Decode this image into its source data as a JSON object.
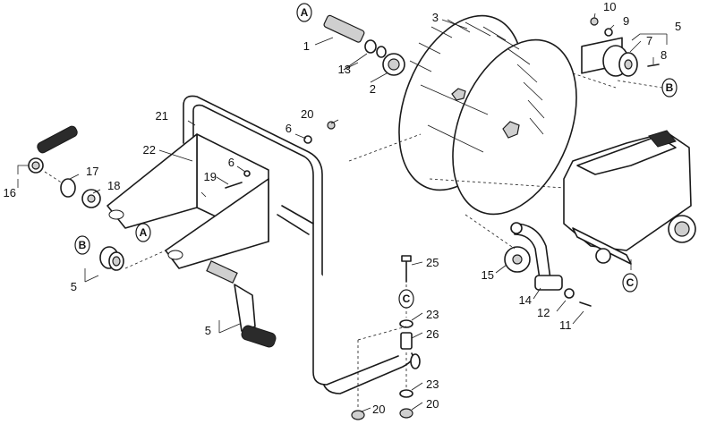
{
  "callouts": {
    "c1": "1",
    "c2": "2",
    "c3": "3",
    "c5a": "5",
    "c5b": "5",
    "c5c": "5",
    "c6a": "6",
    "c6b": "6",
    "c7": "7",
    "c8": "8",
    "c9": "9",
    "c10": "10",
    "c11": "11",
    "c12": "12",
    "c13": "13",
    "c14": "14",
    "c15": "15",
    "c16": "16",
    "c17": "17",
    "c18": "18",
    "c19": "19",
    "c20a": "20",
    "c20b": "20",
    "c20c": "20",
    "c21": "21",
    "c22": "22",
    "c23a": "23",
    "c23b": "23",
    "c25": "25",
    "c26": "26"
  },
  "refs": {
    "a1": "A",
    "a2": "A",
    "b1": "B",
    "b2": "B",
    "cc1": "C",
    "cc2": "C"
  }
}
